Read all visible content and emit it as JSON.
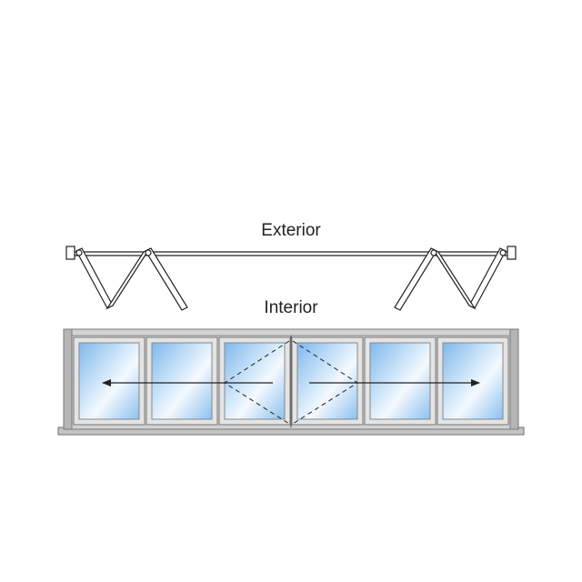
{
  "labels": {
    "exterior": "Exterior",
    "interior": "Interior"
  },
  "door": {
    "panel_count": 6,
    "fold_left_panels": 3,
    "fold_right_panels": 3,
    "swing_panels": [
      2,
      3
    ]
  },
  "colors": {
    "frame": "#c9c9c9",
    "frame_dark": "#8a8a8a",
    "glass_blue": "#8fc3ef",
    "glass_light": "#eaf4fd",
    "line": "#222222"
  }
}
